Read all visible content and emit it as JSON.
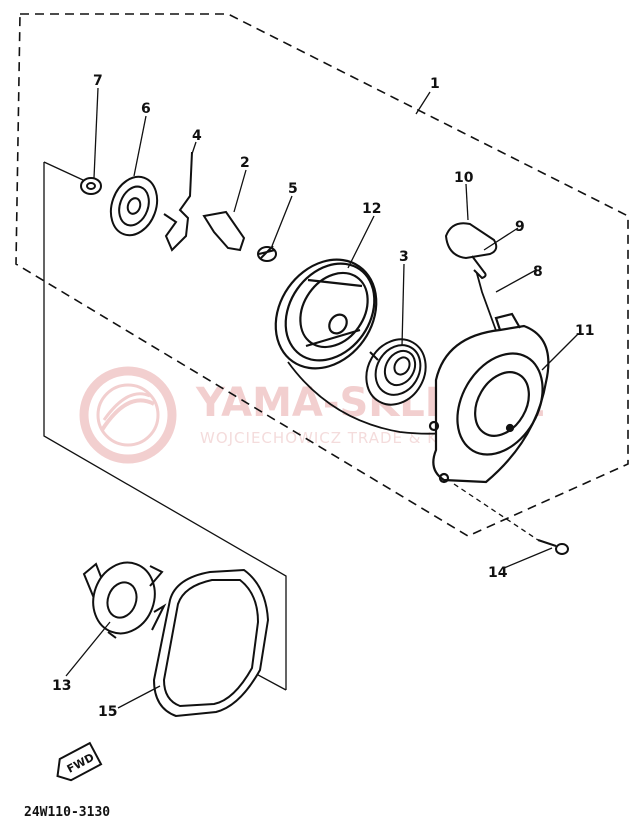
{
  "diagram": {
    "callouts": [
      {
        "id": "1",
        "text": "1"
      },
      {
        "id": "2",
        "text": "2"
      },
      {
        "id": "3",
        "text": "3"
      },
      {
        "id": "4",
        "text": "4"
      },
      {
        "id": "5",
        "text": "5"
      },
      {
        "id": "6",
        "text": "6"
      },
      {
        "id": "7",
        "text": "7"
      },
      {
        "id": "8",
        "text": "8"
      },
      {
        "id": "9",
        "text": "9"
      },
      {
        "id": "10",
        "text": "10"
      },
      {
        "id": "11",
        "text": "11"
      },
      {
        "id": "12",
        "text": "12"
      },
      {
        "id": "13",
        "text": "13"
      },
      {
        "id": "14",
        "text": "14"
      },
      {
        "id": "15",
        "text": "15"
      }
    ],
    "fwd_label": "FWD",
    "diagram_code": "24W110-3130"
  },
  "watermark": {
    "brand": "YAMA-SKLEP.PL",
    "subtitle": "WOJCIECHOWICZ TRADE & KONSOLA",
    "color": "#e8a8a8"
  }
}
